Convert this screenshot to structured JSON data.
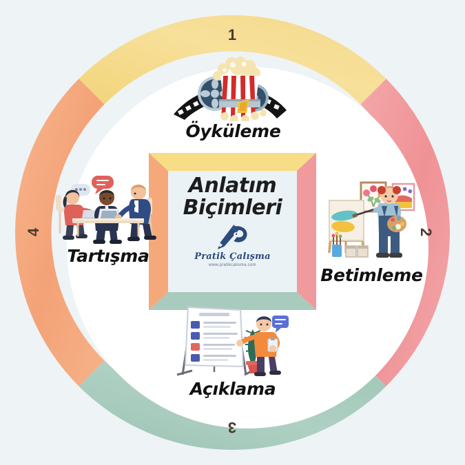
{
  "meta": {
    "background_color": "#eef3f5",
    "inner_disc_color": "#ffffff"
  },
  "center": {
    "title_line1": "Anlatım",
    "title_line2": "Biçimleri",
    "panel_color": "#eaf2f5",
    "brand": {
      "name": "Pratik Çalışma",
      "url": "www.pratikcalisma.com",
      "mark": "pencil-p-logo-icon",
      "color": "#2b4a7d"
    },
    "frame_colors": {
      "top": "#f7dd85",
      "right": "#f09a9d",
      "bottom": "#a8cbbd",
      "left": "#f5a97a"
    }
  },
  "ring": {
    "segments": [
      {
        "number": "1",
        "label": "Öyküleme",
        "color": "#f5dc8b",
        "position": "top",
        "rotation": 0
      },
      {
        "number": "2",
        "label": "Betimleme",
        "color": "#f29ba0",
        "position": "right",
        "rotation": 90
      },
      {
        "number": "3",
        "label": "Açıklama",
        "color": "#a4c9bb",
        "position": "bottom",
        "rotation": 180
      },
      {
        "number": "4",
        "label": "Tartışma",
        "color": "#f4ab80",
        "position": "left",
        "rotation": -90
      }
    ],
    "number_color": "#4a3b2e"
  },
  "quadrants": [
    {
      "id": "top",
      "label": "Öyküleme",
      "number": "1",
      "illustration": "popcorn-film-reel-icon",
      "illustration_desc": "Popcorn bucket with film reel and film strip"
    },
    {
      "id": "right",
      "label": "Betimleme",
      "number": "2",
      "illustration": "painter-easel-icon",
      "illustration_desc": "Artist painting at an easel with palette and framed pictures"
    },
    {
      "id": "bottom",
      "label": "Açıklama",
      "number": "3",
      "illustration": "presentation-flipchart-icon",
      "illustration_desc": "Person presenting at a flip chart next to a potted plant"
    },
    {
      "id": "left",
      "label": "Tartışma",
      "number": "4",
      "illustration": "discussion-meeting-icon",
      "illustration_desc": "Three people at a table discussing with speech bubbles and laptops"
    }
  ]
}
